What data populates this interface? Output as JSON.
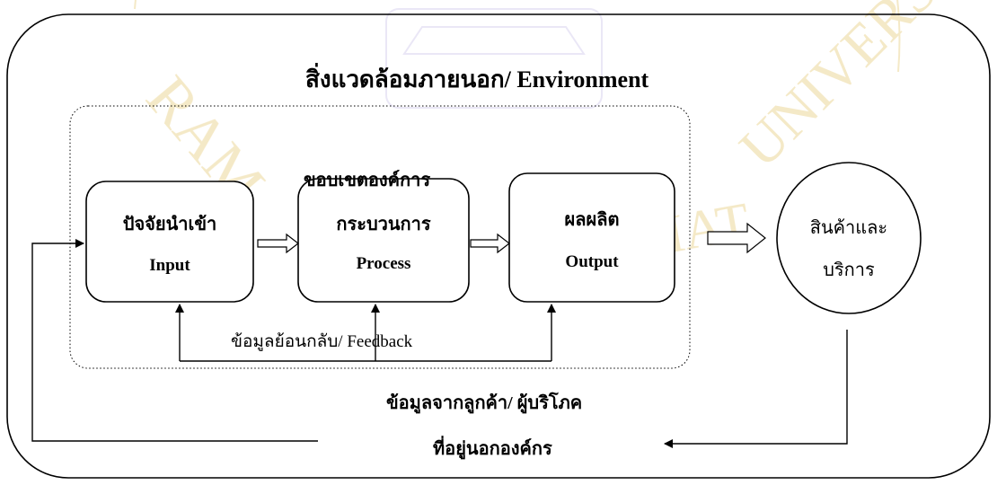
{
  "environment": {
    "label": "สิ่งแวดล้อมภายนอก/ Environment"
  },
  "boundary": {
    "label": "ขอบเขตองค์การ"
  },
  "blocks": {
    "input": {
      "th": "ปัจจัยนำเข้า",
      "en": "Input"
    },
    "process": {
      "th": "กระบวนการ",
      "en": "Process"
    },
    "output": {
      "th": "ผลผลิต",
      "en": "Output"
    }
  },
  "products": {
    "line1": "สินค้าและ",
    "line2": "บริการ"
  },
  "internal_feedback": {
    "label": "ข้อมูลย้อนกลับ/ Feedback"
  },
  "external_feedback": {
    "line1": "ข้อมูลจากลูกค้า/ ผู้บริโภค",
    "line2": "ที่อยู่นอกองค์กร"
  },
  "watermark": {
    "text": "RAJABHAT UNIVERSITY",
    "color": "#e8cf86"
  }
}
